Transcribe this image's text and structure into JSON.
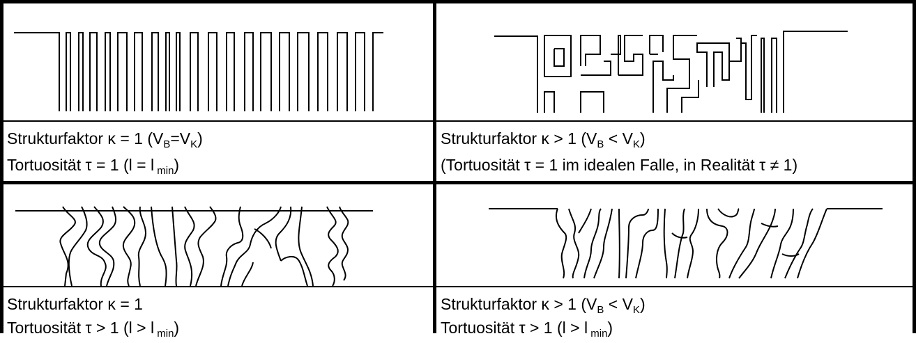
{
  "cells": [
    {
      "line1": {
        "a": "Strukturfaktor κ = 1 (V",
        "sub1": "B",
        "b": "=V",
        "sub2": "K",
        "c": ")"
      },
      "line2": {
        "a": "Tortuosität τ = 1 (l = l",
        "sub1": " min",
        "b": ")"
      }
    },
    {
      "line1": {
        "a": "Strukturfaktor κ > 1 (V",
        "sub1": "B",
        "b": " < V",
        "sub2": "K",
        "c": ")"
      },
      "line2": {
        "a": "(Tortuosität τ = 1 im idealen Falle, in Realität τ ≠ 1)"
      }
    },
    {
      "line1": {
        "a": "Strukturfaktor κ = 1"
      },
      "line2": {
        "a": "Tortuosität τ > 1 (l > l",
        "sub1": " min",
        "b": ")"
      }
    },
    {
      "line1": {
        "a": "Strukturfaktor κ > 1 (V",
        "sub1": "B",
        "b": " < V",
        "sub2": "K",
        "c": ")"
      },
      "line2": {
        "a": "Tortuosität τ > 1 (l > l",
        "sub1": " min",
        "b": ")"
      }
    }
  ]
}
